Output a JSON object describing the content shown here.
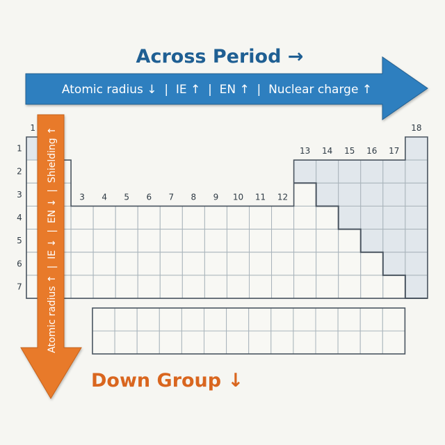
{
  "across": {
    "title": "Across Period →",
    "trends": "Atomic radius ↓  |  IE ↑  |  EN ↑  |  Nuclear charge ↑",
    "color": "#2f7fbf"
  },
  "down": {
    "title": "Down Group ↓",
    "trends": "Atomic radius ↑  |  IE ↓  |  EN ↓  |  Shielding ↑",
    "color": "#e87a2a"
  },
  "table": {
    "period_labels": [
      "1",
      "2",
      "3",
      "4",
      "5",
      "6",
      "7"
    ],
    "group_labels": [
      {
        "group": 1,
        "text": "1"
      },
      {
        "group": 3,
        "text": "3"
      },
      {
        "group": 4,
        "text": "4"
      },
      {
        "group": 5,
        "text": "5"
      },
      {
        "group": 6,
        "text": "6"
      },
      {
        "group": 7,
        "text": "7"
      },
      {
        "group": 8,
        "text": "8"
      },
      {
        "group": 9,
        "text": "9"
      },
      {
        "group": 10,
        "text": "10"
      },
      {
        "group": 11,
        "text": "11"
      },
      {
        "group": 12,
        "text": "12"
      },
      {
        "group": 13,
        "text": "13"
      },
      {
        "group": 14,
        "text": "14"
      },
      {
        "group": 15,
        "text": "15"
      },
      {
        "group": 16,
        "text": "16"
      },
      {
        "group": 17,
        "text": "17"
      },
      {
        "group": 18,
        "text": "18"
      }
    ],
    "f_block_columns": 14,
    "f_block_rows": 2,
    "nonmetal_fill": "#e1e7ec",
    "line_color": "#a9b4bb",
    "border_color": "#4a5560"
  }
}
